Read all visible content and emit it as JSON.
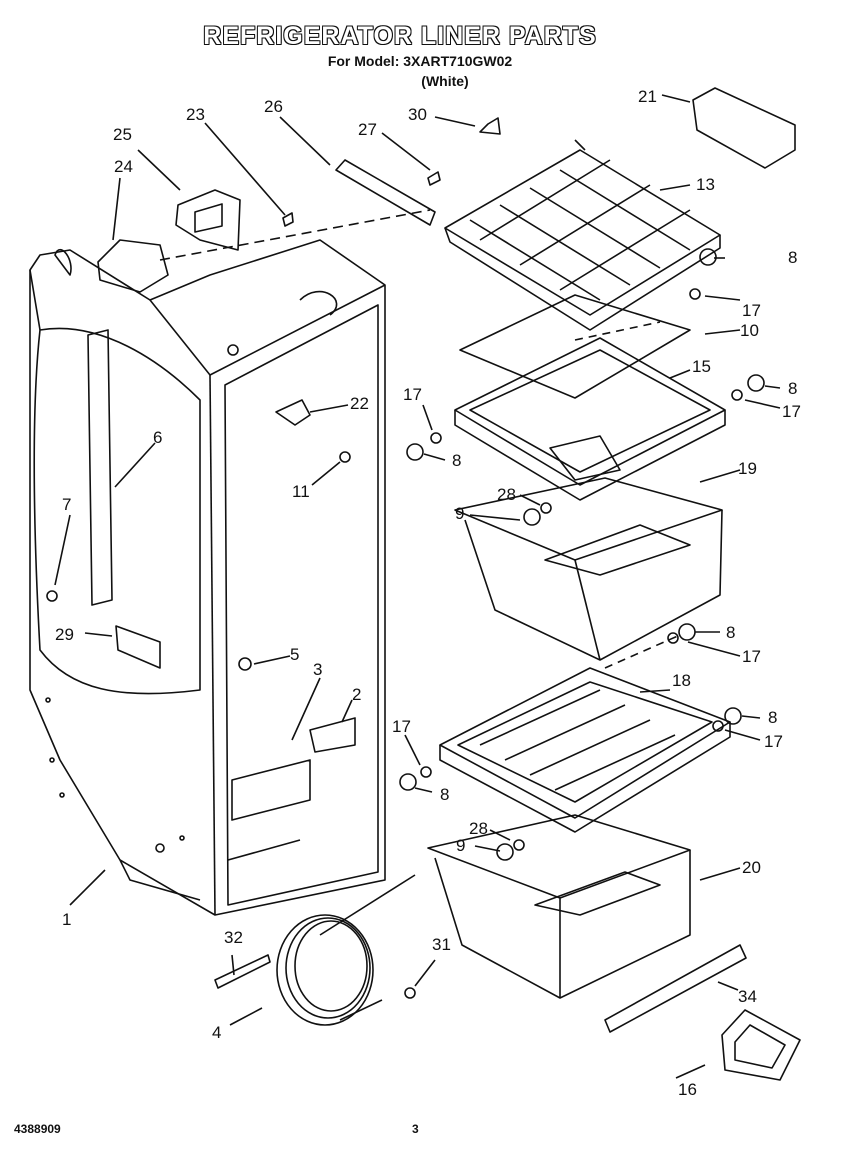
{
  "header": {
    "title": "REFRIGERATOR LINER PARTS",
    "model": "For Model: 3XART710GW02",
    "color": "(White)"
  },
  "callouts": {
    "c1": "1",
    "c2": "2",
    "c3": "3",
    "c4": "4",
    "c5": "5",
    "c6": "6",
    "c7": "7",
    "c8": "8",
    "c9": "9",
    "c10": "10",
    "c11": "11",
    "c13": "13",
    "c15": "15",
    "c16": "16",
    "c17": "17",
    "c18": "18",
    "c19": "19",
    "c20": "20",
    "c21": "21",
    "c22": "22",
    "c23": "23",
    "c24": "24",
    "c25": "25",
    "c26": "26",
    "c27": "27",
    "c28": "28",
    "c29": "29",
    "c30": "30",
    "c31": "31",
    "c32": "32",
    "c34": "34"
  },
  "footer": {
    "doc_number": "4388909",
    "page": "3"
  }
}
